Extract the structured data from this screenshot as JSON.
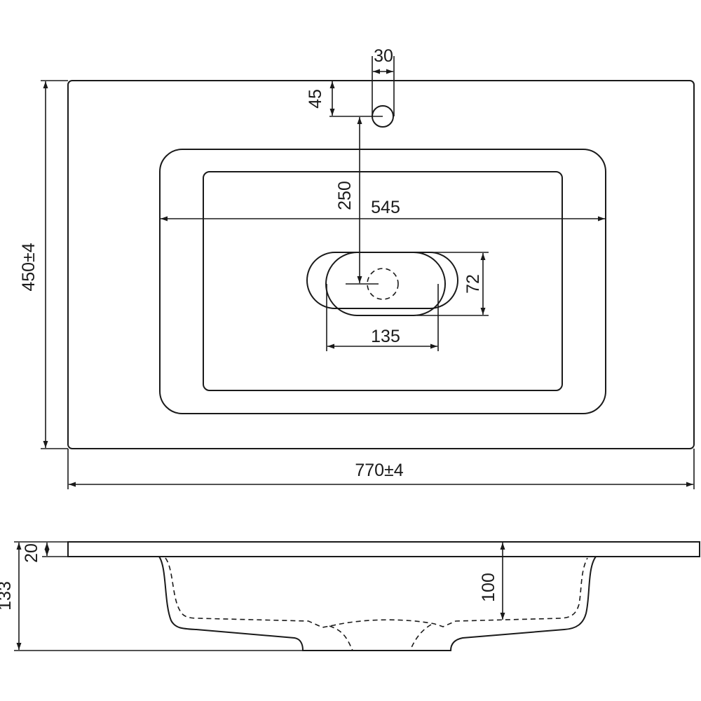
{
  "drawing": {
    "dimensions": {
      "tap_hole_diameter": "30",
      "tap_hole_offset": "45",
      "tap_to_drain": "250",
      "bowl_width": "545",
      "overall_depth": "450±4",
      "drain_height": "72",
      "drain_width": "135",
      "overall_width": "770±4",
      "rim_thickness": "20",
      "total_height": "133",
      "bowl_depth": "100"
    }
  }
}
